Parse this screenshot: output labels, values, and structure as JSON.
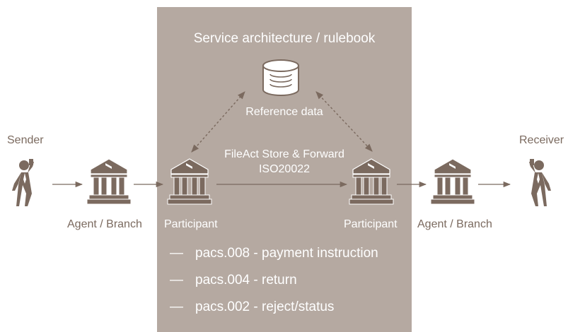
{
  "diagram": {
    "title": "Service architecture / rulebook",
    "reference_data_label": "Reference data",
    "channel_lines": [
      "FileAct Store & Forward",
      "ISO20022"
    ],
    "sender_label": "Sender",
    "receiver_label": "Receiver",
    "agent_left_label": "Agent / Branch",
    "agent_right_label": "Agent / Branch",
    "participant_left_label": "Participant",
    "participant_right_label": "Participant",
    "messages": [
      {
        "dash": "—",
        "text": "pacs.008 - payment instruction"
      },
      {
        "dash": "—",
        "text": "pacs.004 - return"
      },
      {
        "dash": "—",
        "text": "pacs.002 - reject/status"
      }
    ],
    "colors": {
      "panel": "#b5a9a1",
      "icon": "#7b6a5f",
      "text_on_panel": "#ffffff",
      "text_outside": "#7b6a5f"
    }
  }
}
